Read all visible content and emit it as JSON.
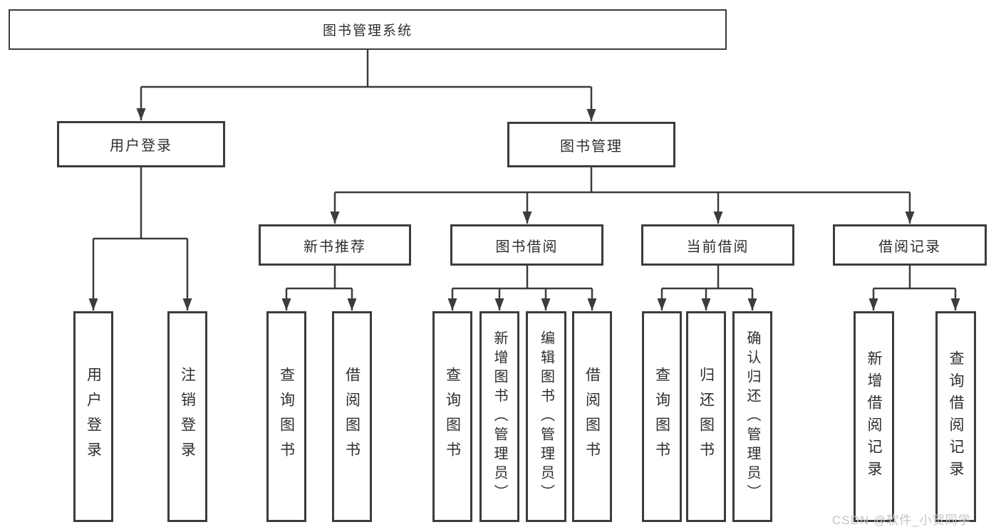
{
  "tree": {
    "root": {
      "label": "图书管理系统"
    },
    "level2": [
      {
        "label": "用户登录"
      },
      {
        "label": "图书管理"
      }
    ],
    "level3": [
      {
        "label": "新书推荐"
      },
      {
        "label": "图书借阅"
      },
      {
        "label": "当前借阅"
      },
      {
        "label": "借阅记录"
      }
    ],
    "leaves": [
      {
        "label": "用户登录"
      },
      {
        "label": "注销登录"
      },
      {
        "label": "查询图书"
      },
      {
        "label": "借阅图书"
      },
      {
        "label": "查询图书"
      },
      {
        "label": "新增图书（管理员）"
      },
      {
        "label": "编辑图书（管理员）"
      },
      {
        "label": "借阅图书"
      },
      {
        "label": "查询图书"
      },
      {
        "label": "归还图书"
      },
      {
        "label": "确认归还（管理员）"
      },
      {
        "label": "新增借阅记录"
      },
      {
        "label": "查询借阅记录"
      }
    ]
  },
  "watermark": "CSDN @软件_小贺同学",
  "colors": {
    "line": "#3c3c3c",
    "text": "#2e2e2e",
    "watermark": "#c4c4c4",
    "background": "#ffffff"
  }
}
